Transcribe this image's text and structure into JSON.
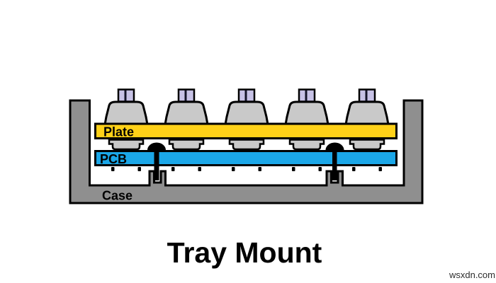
{
  "title": "Tray Mount",
  "watermark": "wsxdn.com",
  "diagram": {
    "labels": {
      "plate": "Plate",
      "pcb": "PCB",
      "case": "Case"
    },
    "switch_count": 5,
    "screw_count": 2,
    "standoff_count": 2
  },
  "colors": {
    "outline": "#000000",
    "case": "#8F8F8F",
    "plate": "#FFD118",
    "pcb": "#1BA7E8",
    "switch_body": "#C9C9C9",
    "switch_stem": "#C7C2E6",
    "stem_divider": "#15152A",
    "text": "#000000",
    "watermark_color": "#2E2E2E"
  }
}
